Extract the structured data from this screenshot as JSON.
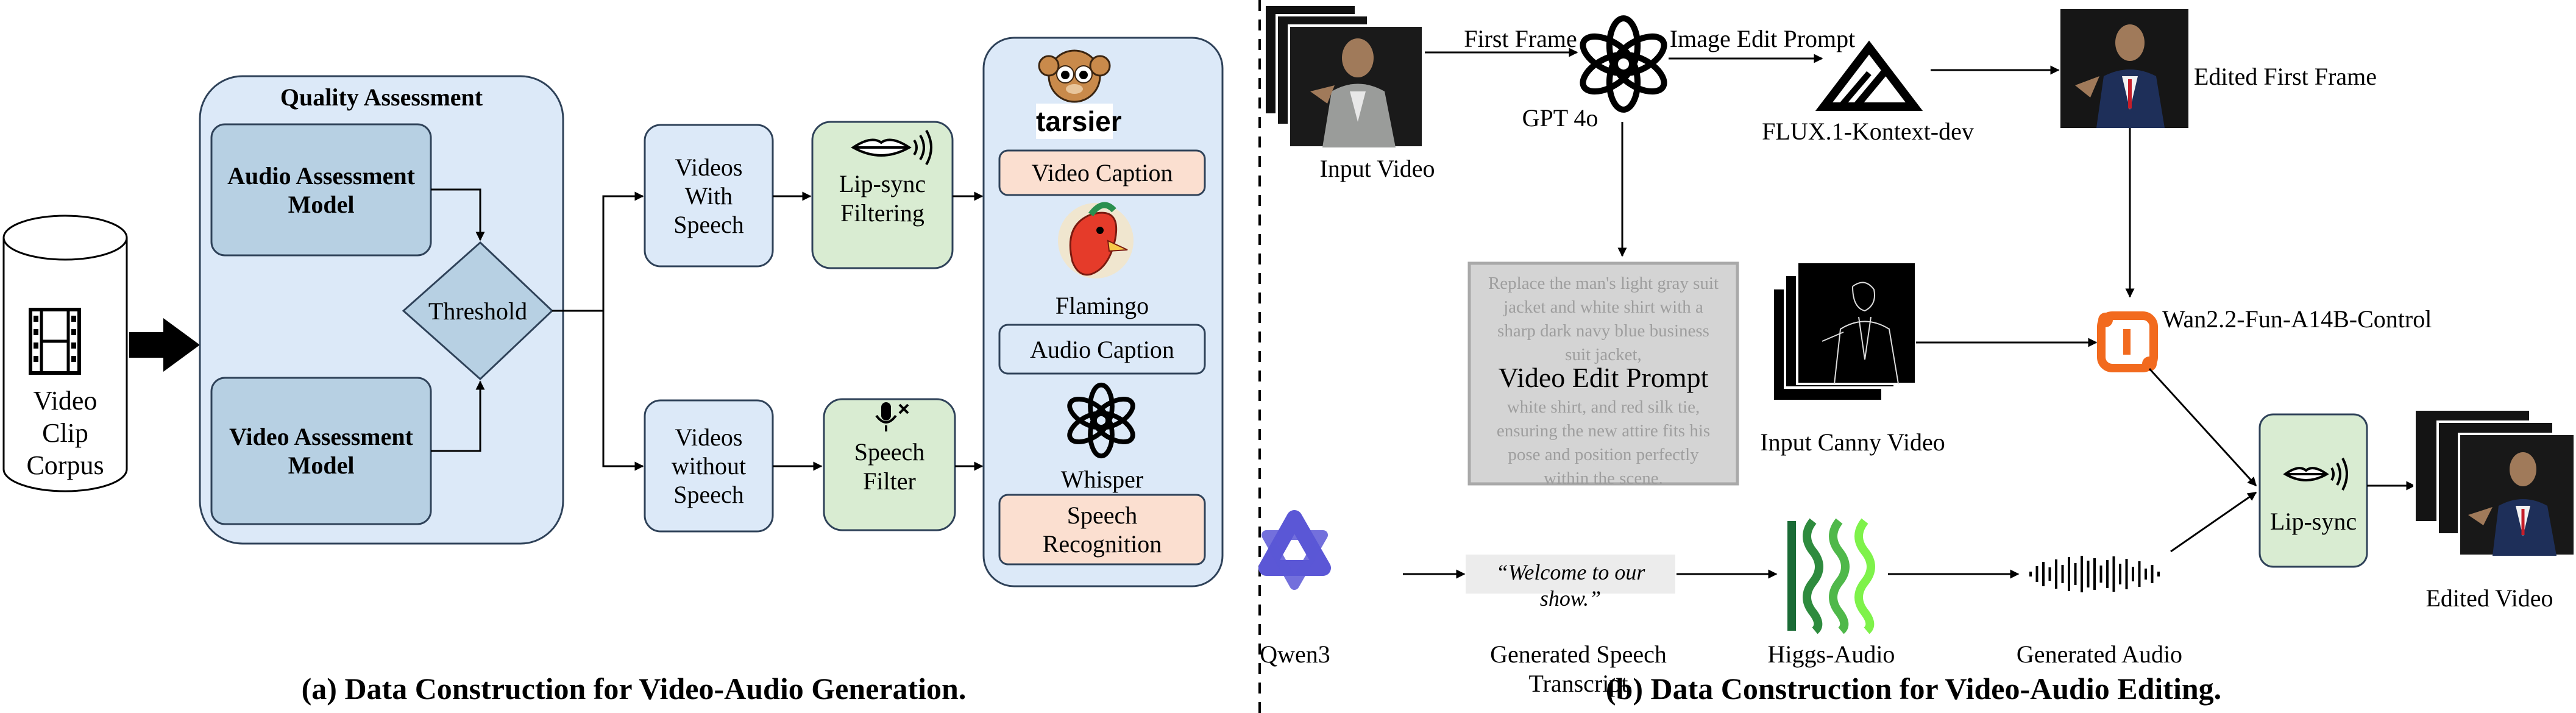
{
  "left": {
    "corpus": [
      "Video Clip",
      "Corpus"
    ],
    "quality_title": "Quality Assessment",
    "audio_model": [
      "Audio Assessment",
      "Model"
    ],
    "video_model": [
      "Video Assessment",
      "Model"
    ],
    "threshold": "Threshold",
    "videos_with_speech": [
      "Videos",
      "With",
      "Speech"
    ],
    "videos_without_speech": [
      "Videos",
      "without",
      "Speech"
    ],
    "lipsync_filtering": [
      "Lip-sync",
      "Filtering"
    ],
    "speech_filter": [
      "Speech",
      "Filter"
    ],
    "tarsier_logo": "tarsier",
    "video_caption": "Video Caption",
    "flamingo": "Flamingo",
    "audio_caption": "Audio Caption",
    "whisper": "Whisper",
    "speech_recognition": [
      "Speech",
      "Recognition"
    ],
    "caption": "(a) Data Construction for Video-Audio Generation."
  },
  "right": {
    "first_frame": "First Frame",
    "image_edit_prompt": "Image Edit Prompt",
    "gpt4o": "GPT 4o",
    "input_video": "Input Video",
    "flux": "FLUX.1-Kontext-dev",
    "edited_first_frame": "Edited First Frame",
    "video_edit_prompt_text": [
      "Replace the man's light gray suit",
      "jacket and white shirt with a",
      "sharp dark navy blue business",
      "suit jacket,",
      "white shirt, and red silk tie,",
      "ensuring the new attire fits his",
      "pose and position perfectly",
      "within the scene."
    ],
    "video_edit_prompt": "Video Edit Prompt",
    "input_canny": "Input Canny Video",
    "wan": "Wan2.2-Fun-A14B-Control",
    "qwen": "Qwen3",
    "transcript": "“Welcome to our show.”",
    "gen_transcript": "Generated Speech Transcript",
    "higgs": "Higgs-Audio",
    "gen_audio": "Generated Audio",
    "lipsync": "Lip-sync",
    "edited_video": "Edited Video",
    "caption": "(b) Data Construction for Video-Audio Editing."
  },
  "colors": {
    "light_blue": "#dce9f8",
    "mid_blue": "#b7d0e3",
    "green": "#d9ecd2",
    "peach": "#fbdfd0",
    "qwen_purple": "#5b57d6",
    "wan_orange": "#f26a1e"
  }
}
